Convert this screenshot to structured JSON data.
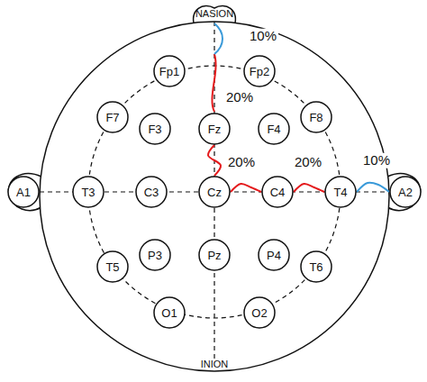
{
  "diagram": {
    "nodes": [
      {
        "text": [
          "Fp1"
        ]
      },
      {
        "text": [
          "Fp2"
        ]
      },
      {
        "text": [
          "F7"
        ]
      },
      {
        "text": [
          "F3"
        ]
      },
      {
        "text": [
          "Fz"
        ]
      },
      {
        "text": [
          "F4"
        ]
      },
      {
        "text": [
          "F8"
        ]
      },
      {
        "text": [
          "A1"
        ]
      },
      {
        "text": [
          "T3"
        ]
      },
      {
        "text": [
          "C3"
        ]
      },
      {
        "text": [
          "Cz"
        ]
      },
      {
        "text": [
          "C4"
        ]
      },
      {
        "text": [
          "T4"
        ]
      },
      {
        "text": [
          "A2"
        ]
      },
      {
        "text": [
          "T5"
        ]
      },
      {
        "text": [
          "P3"
        ]
      },
      {
        "text": [
          "Pz"
        ]
      },
      {
        "text": [
          "P4"
        ]
      },
      {
        "text": [
          "T6"
        ]
      },
      {
        "text": [
          "O1"
        ]
      },
      {
        "text": [
          "O2"
        ]
      }
    ],
    "edges": [
      {
        "from": 4,
        "to": 10,
        "arrow": "none"
      },
      {
        "from": 10,
        "to": 11,
        "arrow": "none"
      },
      {
        "from": 11,
        "to": 12,
        "arrow": "none"
      },
      {
        "from": 12,
        "to": 13,
        "arrow": "none"
      }
    ],
    "labels": [
      "NASION",
      "10%",
      "20%",
      "20%",
      "20%",
      "10%",
      "INION"
    ]
  }
}
